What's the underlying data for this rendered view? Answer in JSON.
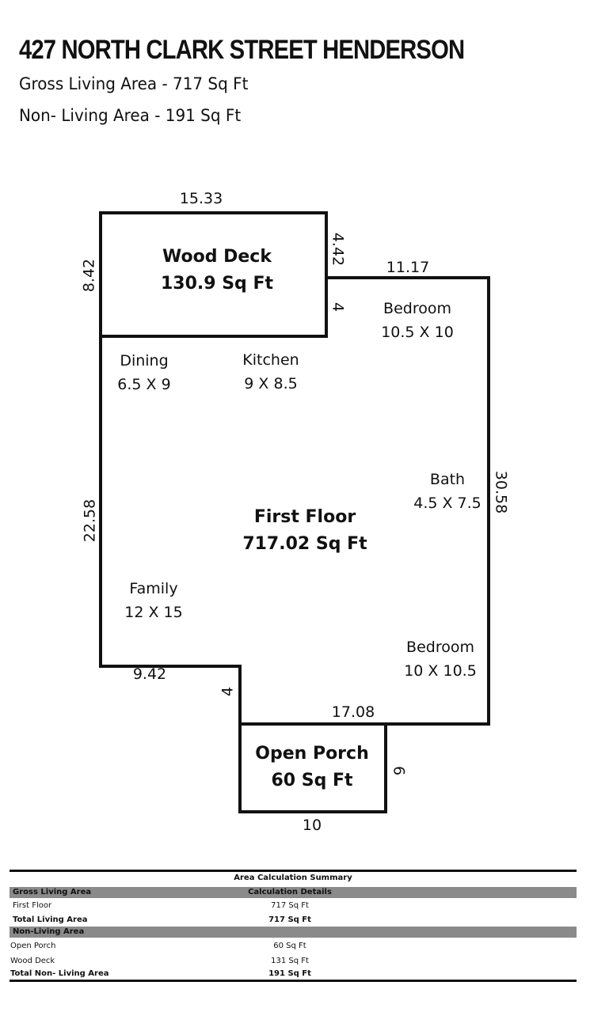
{
  "header": {
    "title": "427 NORTH CLARK STREET HENDERSON",
    "gross_living": "Gross Living Area - 717 Sq Ft",
    "non_living": "Non- Living Area - 191 Sq Ft"
  },
  "plan": {
    "wood_deck": {
      "name": "Wood Deck",
      "area": "130.9 Sq Ft"
    },
    "first_floor": {
      "name": "First Floor",
      "area": "717.02 Sq Ft"
    },
    "open_porch": {
      "name": "Open Porch",
      "area": "60 Sq Ft"
    },
    "rooms": {
      "dining": {
        "name": "Dining",
        "size": "6.5 X 9"
      },
      "kitchen": {
        "name": "Kitchen",
        "size": "9 X 8.5"
      },
      "bedroom1": {
        "name": "Bedroom",
        "size": "10.5 X 10"
      },
      "bath": {
        "name": "Bath",
        "size": "4.5 X 7.5"
      },
      "family": {
        "name": "Family",
        "size": "12 X 15"
      },
      "bedroom2": {
        "name": "Bedroom",
        "size": "10 X 10.5"
      }
    },
    "dimensions": {
      "deck_top": "15.33",
      "deck_left": "8.42",
      "deck_right": "4.42",
      "step_4_upper": "4",
      "upper_right": "11.17",
      "right_side": "30.58",
      "left_side": "22.58",
      "bottom_left": "9.42",
      "step_4_lower": "4",
      "bottom_right": "17.08",
      "porch_side": "6",
      "porch_bottom": "10"
    }
  },
  "summary": {
    "title": "Area Calculation Summary",
    "details_header": "Calculation Details",
    "gross_section": "Gross Living Area",
    "first_floor_label": "First Floor",
    "first_floor_value": "717 Sq Ft",
    "total_living_label": "Total Living Area",
    "total_living_value": "717 Sq Ft",
    "non_living_section": "Non-Living Area",
    "open_porch_label": "Open Porch",
    "open_porch_value": "60 Sq Ft",
    "wood_deck_label": "Wood Deck",
    "wood_deck_value": "131 Sq Ft",
    "total_non_living_label": "Total Non- Living Area",
    "total_non_living_value": "191 Sq Ft"
  }
}
